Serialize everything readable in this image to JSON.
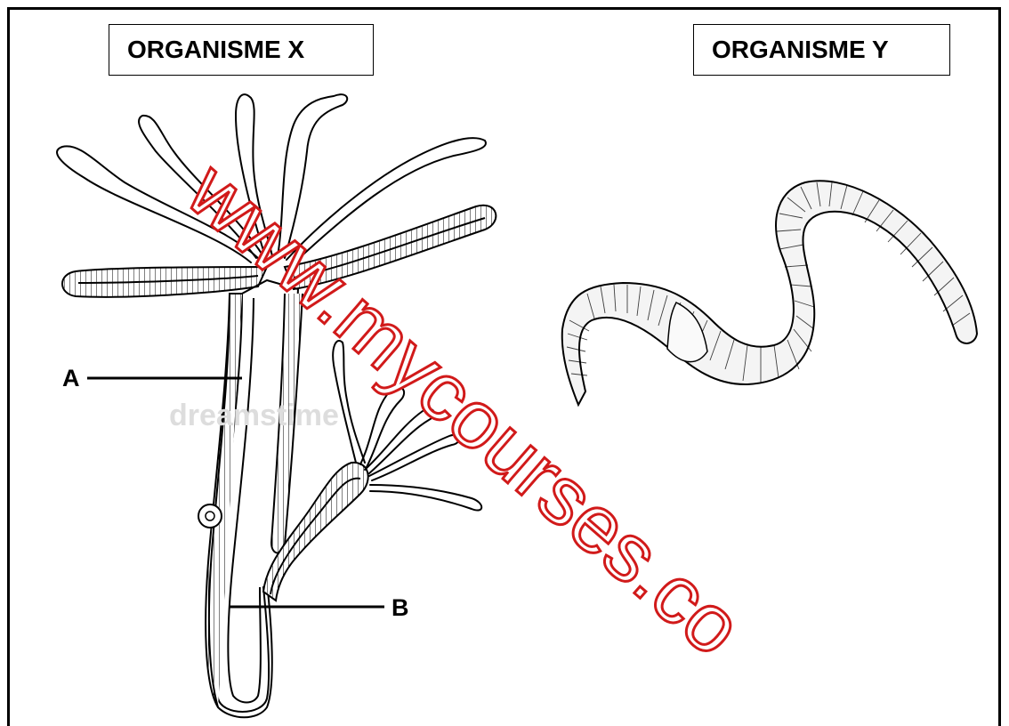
{
  "organism_x": {
    "title": "ORGANISME X"
  },
  "organism_y": {
    "title": "ORGANISME Y"
  },
  "labels": {
    "a": "A",
    "b": "B"
  },
  "watermark": {
    "text": "www.mycourses.co"
  },
  "faint_watermark": {
    "text": "dreamstime"
  },
  "colors": {
    "watermark": "#d11a1a",
    "ink": "#000000"
  }
}
